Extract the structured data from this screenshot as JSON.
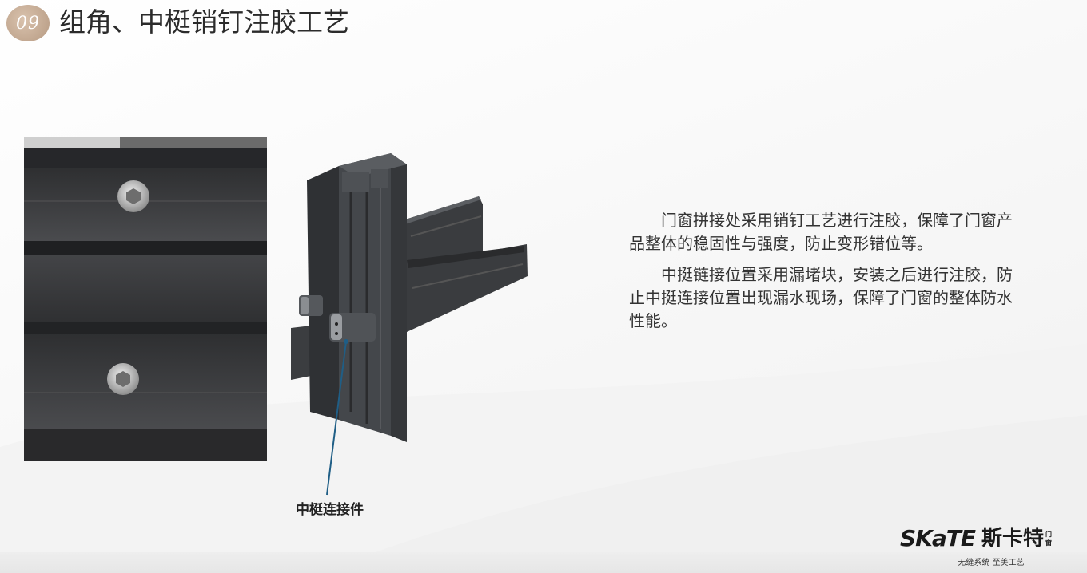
{
  "header": {
    "badge_number": "09",
    "title": "组角、中梃销钉注胶工艺"
  },
  "figure": {
    "part_label": "中梃连接件"
  },
  "description": {
    "paragraphs": [
      "门窗拼接处采用销钉工艺进行注胶，保障了门窗产品整体的稳固性与强度，防止变形错位等。",
      "中挺链接位置采用漏堵块，安装之后进行注胶，防止中挺连接位置出现漏水现场，保障了门窗的整体防水性能。"
    ]
  },
  "brand": {
    "logo_en": "SKaTE",
    "logo_cn": "斯卡特",
    "logo_suffix": "门窗",
    "slogan": "无缝系统 至美工艺"
  },
  "colors": {
    "badge": "#c2a58c",
    "profile_dark": "#3e4043",
    "callout_line": "#1f5e86"
  }
}
